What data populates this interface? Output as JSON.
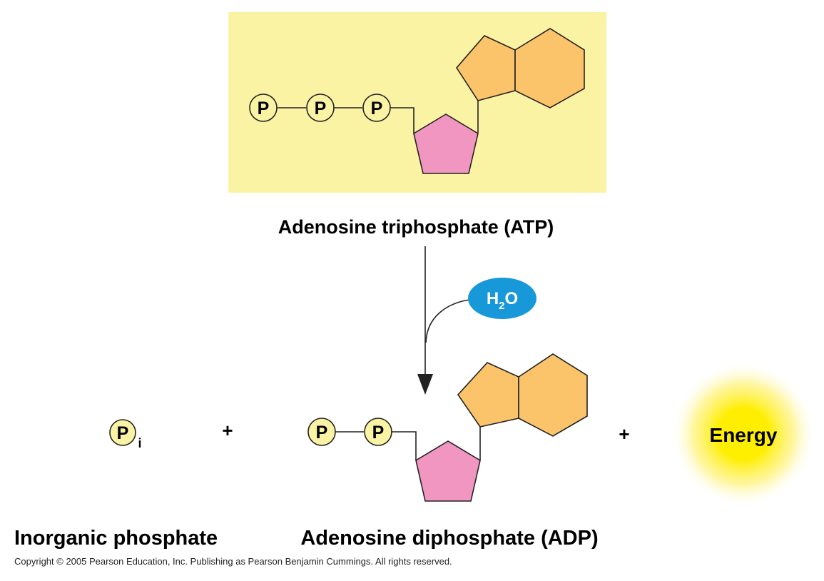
{
  "colors": {
    "atp_background": "#fbf3a4",
    "phosphate_fill": "#fbf3a4",
    "ribose_fill": "#f195c1",
    "adenine_fill": "#fbc46a",
    "water_fill": "#1798d8",
    "energy_core": "#ffee00",
    "line": "#222222"
  },
  "atp": {
    "label": "Adenosine triphosphate (ATP)",
    "phosphates": [
      "P",
      "P",
      "P"
    ]
  },
  "water": {
    "h": "H",
    "sub": "2",
    "o": "O"
  },
  "products": {
    "pi_symbol": "P",
    "pi_subscript": "i",
    "pi_label": "Inorganic phosphate",
    "plus1": "+",
    "adp_phosphates": [
      "P",
      "P"
    ],
    "adp_label": "Adenosine diphosphate (ADP)",
    "plus2": "+",
    "energy": "Energy"
  },
  "copyright": "Copyright © 2005 Pearson Education, Inc. Publishing as Pearson Benjamin Cummings. All rights reserved."
}
